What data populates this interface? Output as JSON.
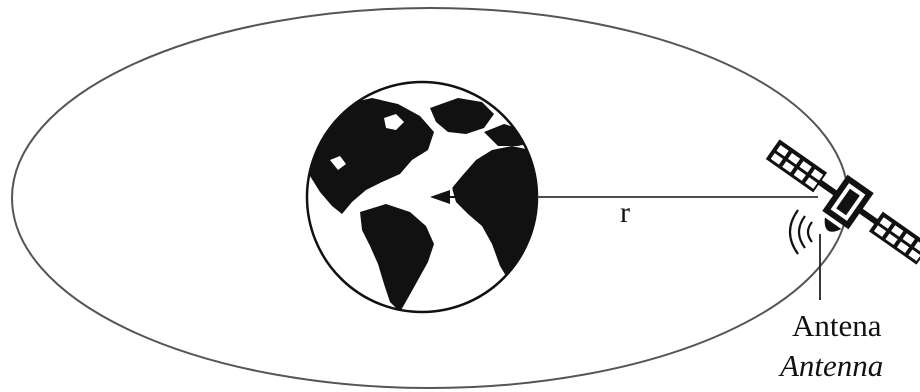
{
  "colors": {
    "line": "#444444",
    "ink": "#111111",
    "background": "#ffffff"
  },
  "icons": [
    "earth-icon",
    "satellite-icon",
    "signal-waves-icon"
  ],
  "labels": {
    "radius": "r",
    "antenna_primary": "Antena",
    "antenna_secondary": "Antenna"
  }
}
